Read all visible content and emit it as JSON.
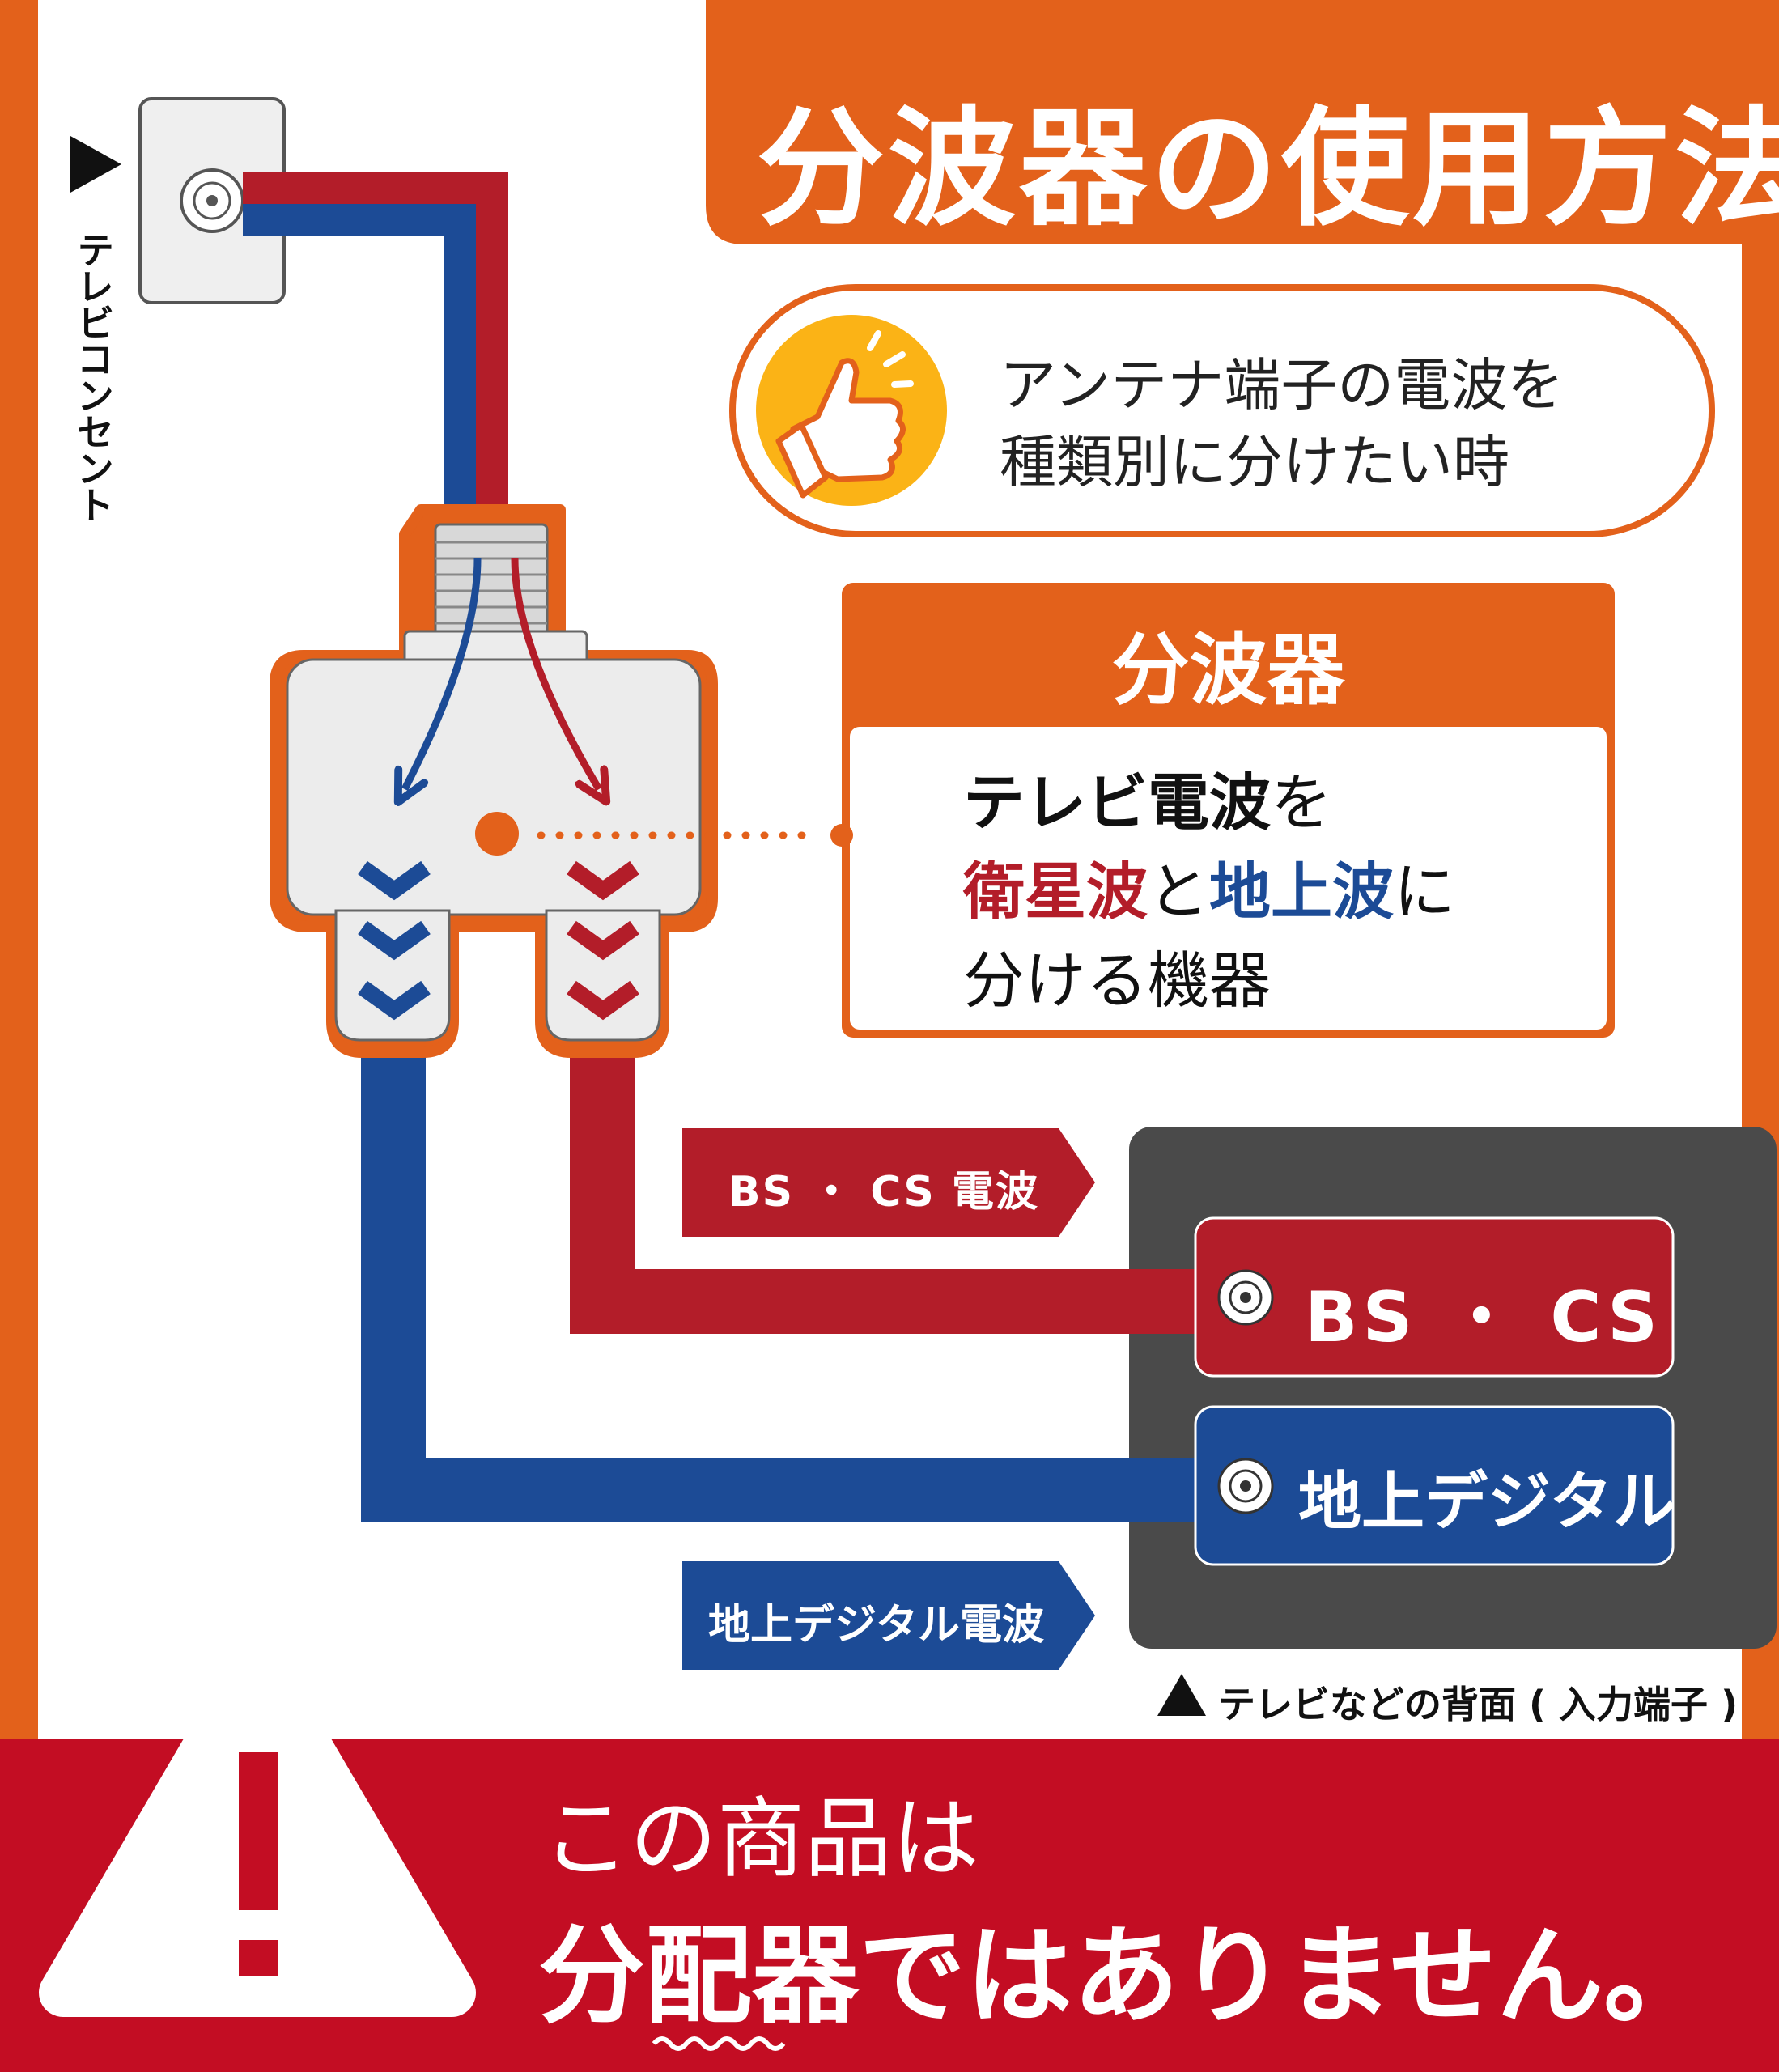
{
  "title": "分波器の使用方法",
  "wall_outlet_label": "テレビコンセント",
  "use_case_line1": "アンテナ端子の電波を",
  "use_case_line2": "種類別に分けたい時",
  "device": {
    "name": "分波器",
    "desc_line1_a": "テレビ電波",
    "desc_line1_b": "を",
    "desc_line2_a": "衛星波",
    "desc_line2_b": "と",
    "desc_line2_c": "地上波",
    "desc_line2_d": "に",
    "desc_line3": "分ける機器"
  },
  "signals": {
    "bs_cs_wave": "BS ・ CS 電波",
    "terrestrial_wave": "地上デジタル電波"
  },
  "tv_ports": {
    "bs_cs": "BS ・ CS",
    "terrestrial": "地上デジタル",
    "caption": "テレビなどの背面 ( 入力端子 )"
  },
  "warning": {
    "line1": "この商品は",
    "line2": "分配器ではありません。"
  },
  "colors": {
    "orange": "#e3611b",
    "red": "#b31d29",
    "blue": "#1c4b96",
    "warning_red": "#c30d23",
    "dark_panel": "#4a4a4a",
    "yellow": "#fbb316"
  }
}
